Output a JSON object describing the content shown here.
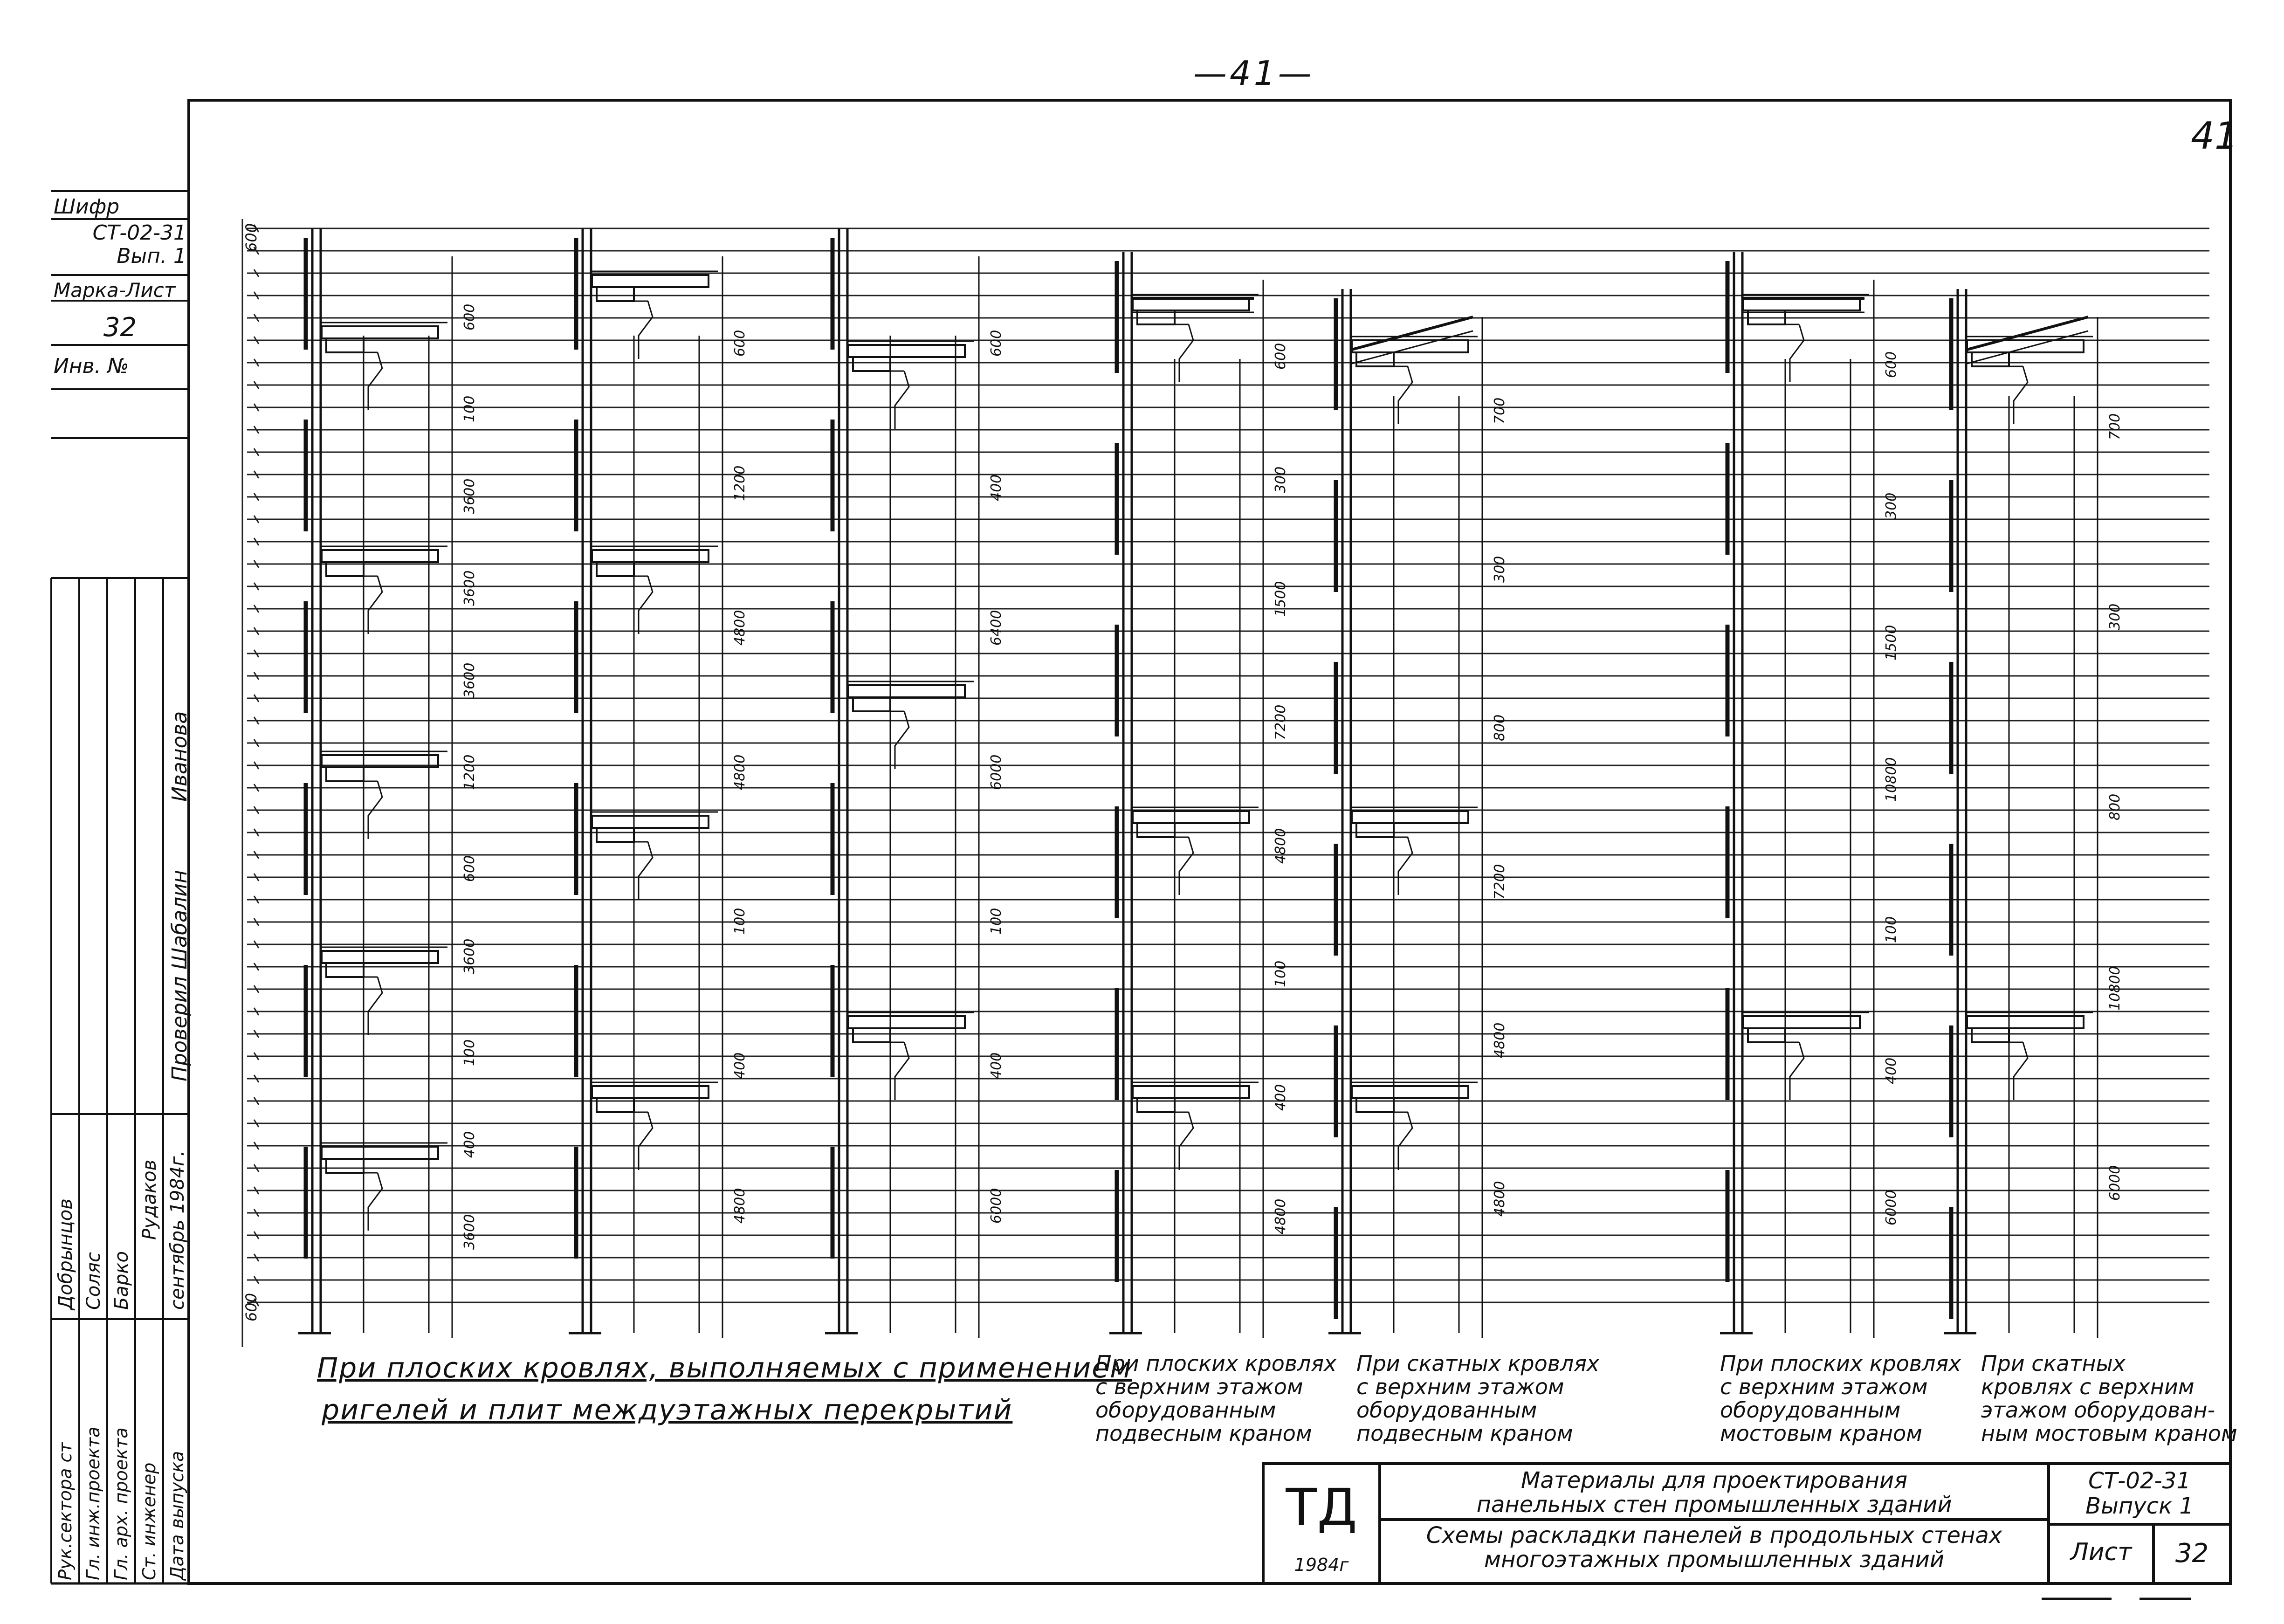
{
  "page_number": "—41—",
  "sheet_corner_number": "41",
  "stamp": {
    "cipher_label": "Шифр",
    "cipher_value": "СТ-02-31\nВып. 1",
    "mark_sheet_label": "Марка-Лист",
    "mark_sheet_value": "32",
    "inventory_label": "Инв. №"
  },
  "approval": {
    "check_label": "Проверил",
    "rows": [
      {
        "role": "Рук.сектора ст",
        "name": "Добрынцов"
      },
      {
        "role": "Гл. инж.проекта",
        "name": "Соляс"
      },
      {
        "role": "Гл. арх. проекта",
        "name": "Барко"
      },
      {
        "role": "Ст. инженер",
        "name": "Рудаков"
      },
      {
        "role": "Дата выпуска",
        "name": "сентябрь 1984г."
      }
    ],
    "checked_names": [
      "Иванова",
      "Шабалин"
    ]
  },
  "sections": [
    {
      "id": "s1",
      "dims": [
        "600",
        "100",
        "3600",
        "3600",
        "3600",
        "1200",
        "600",
        "3600",
        "100",
        "400",
        "3600"
      ]
    },
    {
      "id": "s2",
      "dims": [
        "600",
        "1200",
        "4800",
        "4800",
        "100",
        "400",
        "4800"
      ]
    },
    {
      "id": "s3",
      "dims": [
        "600",
        "400",
        "6400",
        "6000",
        "100",
        "400",
        "6000"
      ]
    },
    {
      "id": "s4",
      "dims": [
        "600",
        "300",
        "1500",
        "7200",
        "4800",
        "100",
        "400",
        "4800"
      ]
    },
    {
      "id": "s5",
      "dims": [
        "700",
        "300",
        "800",
        "7200",
        "4800",
        "4800"
      ]
    },
    {
      "id": "s6",
      "dims": [
        "600",
        "300",
        "1500",
        "10800",
        "100",
        "400",
        "6000"
      ]
    },
    {
      "id": "s7",
      "dims": [
        "700",
        "300",
        "800",
        "10800",
        "6000"
      ]
    }
  ],
  "edge_dims": {
    "top": "600",
    "bottom": "600"
  },
  "captions": {
    "main_line1": "При плоских кровлях, выполняемых с применением",
    "main_line2": "ригелей и плит междуэтажных перекрытий",
    "c4": "При плоских кровлях\nс верхним этажом\nоборудованным\nподвесным краном",
    "c5": "При скатных кровлях\nс верхним этажом\nоборудованным\nподвесным краном",
    "c6": "При плоских кровлях\nс верхним этажом\nоборудованным\nмостовым краном",
    "c7": "При скатных\nкровлях с верхним\nэтажом оборудован-\nным мостовым краном"
  },
  "title_block": {
    "logo": "ТД",
    "year": "1984г",
    "title_top": "Материалы для проектирования\nпанельных стен промышленных зданий",
    "title_bottom": "Схемы раскладки панелей в продольных стенах\nмногоэтажных промышленных зданий",
    "series": "СТ-02-31\nВыпуск 1",
    "sheet_label": "Лист",
    "sheet_value": "32"
  }
}
